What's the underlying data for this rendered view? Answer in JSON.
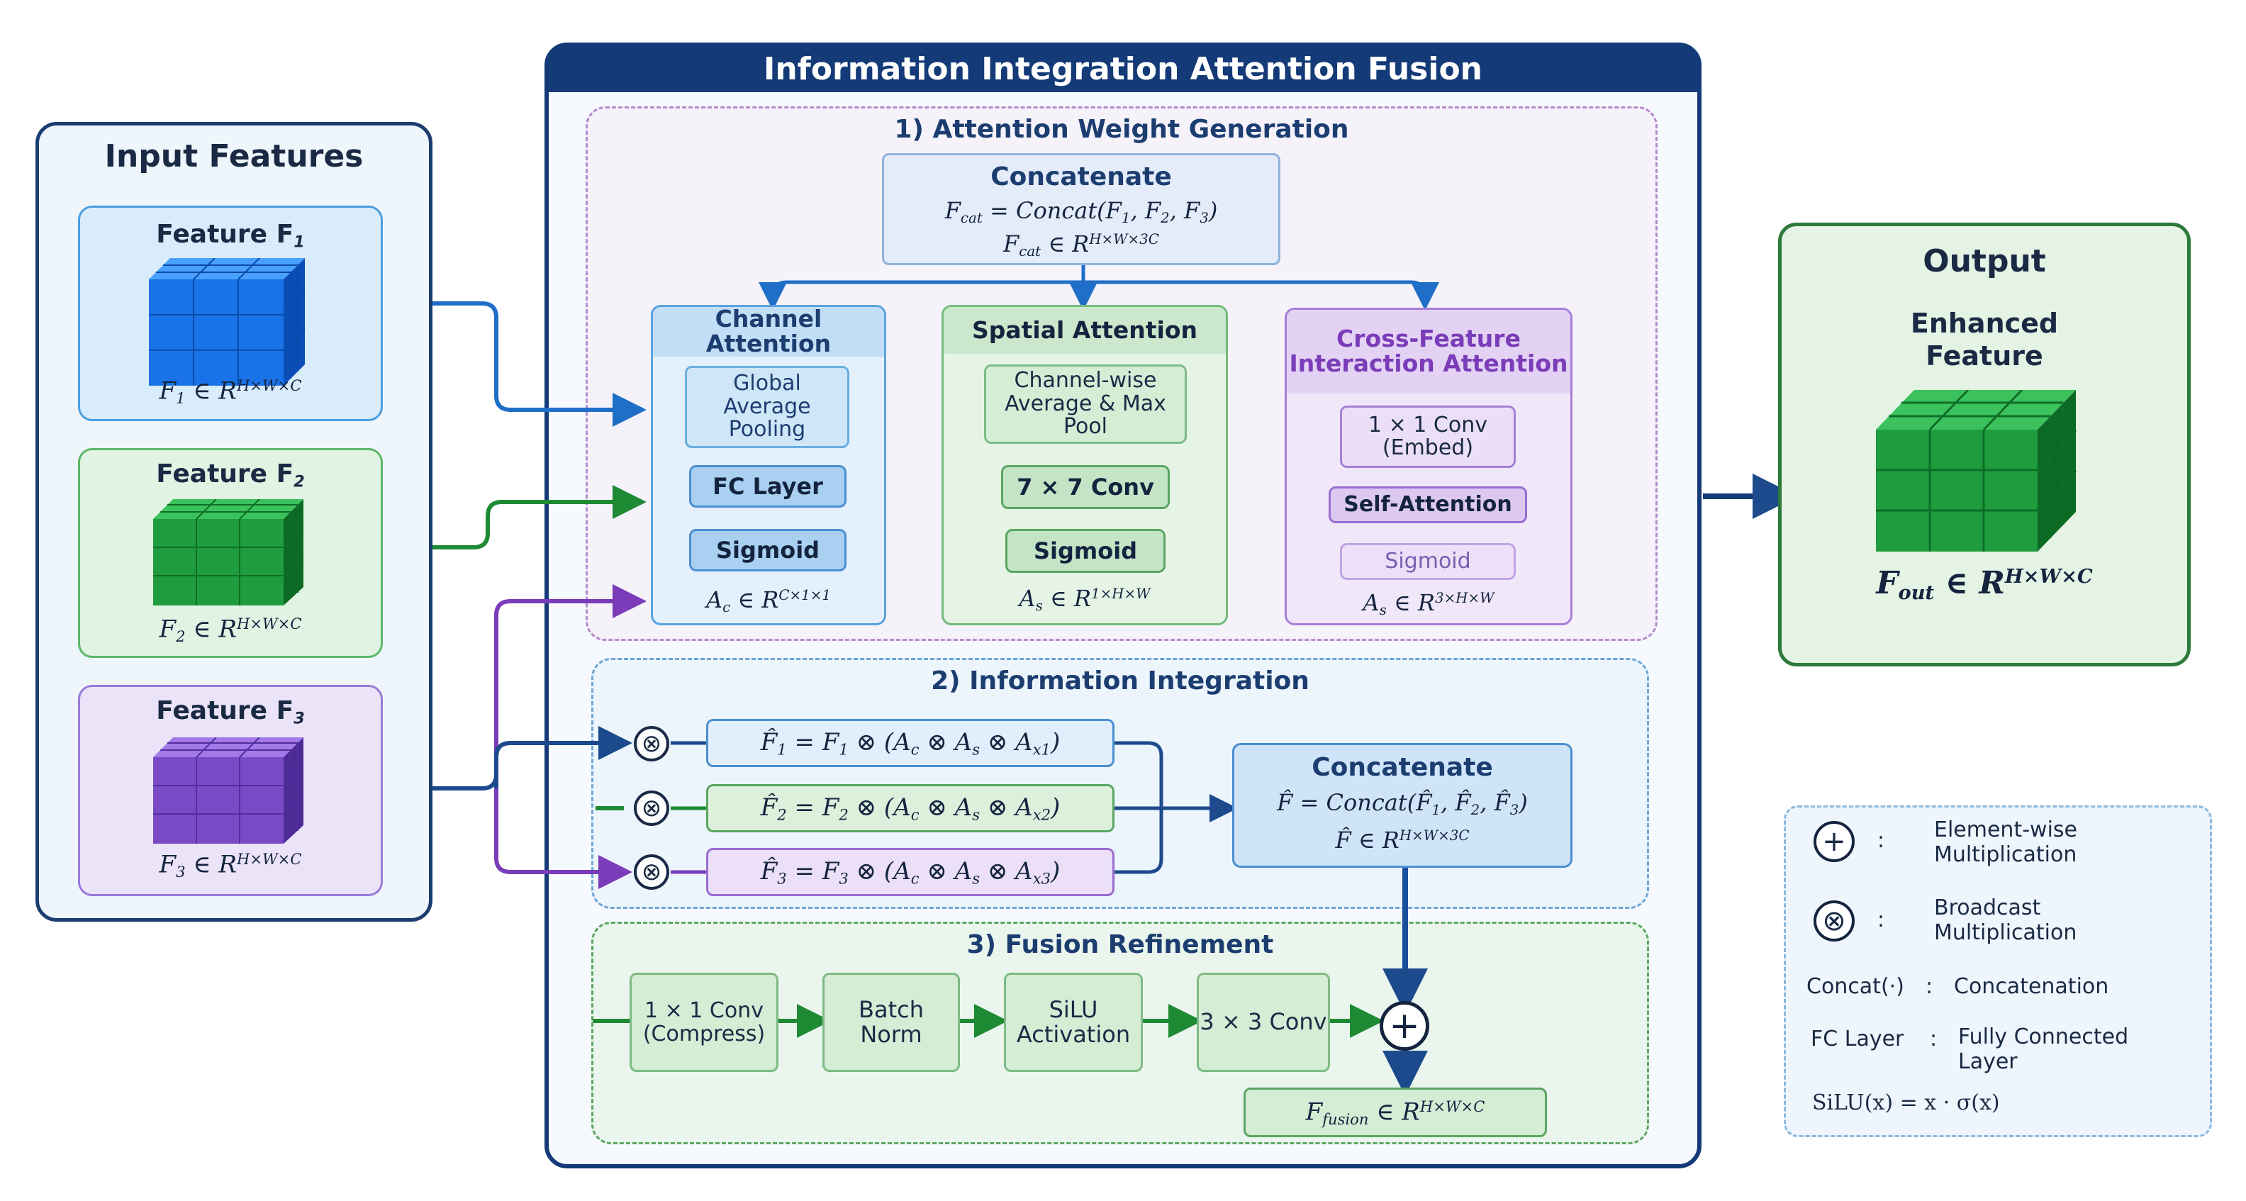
{
  "title": "Information Integration Attention Fusion",
  "input_panel": {
    "title": "Input Features",
    "features": [
      {
        "label": "Feature F",
        "sub": "1",
        "math_var": "F",
        "math_sub": "1",
        "math_rel": "∈ R",
        "math_sup": "H×W×C",
        "color": "#1f6fe0"
      },
      {
        "label": "Feature F",
        "sub": "2",
        "math_var": "F",
        "math_sub": "2",
        "math_rel": "∈ R",
        "math_sup": "H×W×C",
        "color": "#1f9a3c"
      },
      {
        "label": "Feature F",
        "sub": "3",
        "math_var": "F",
        "math_sub": "3",
        "math_rel": "∈ R",
        "math_sup": "H×W×C",
        "color": "#7a4ac6"
      }
    ]
  },
  "section1": {
    "title": "1) Attention Weight Generation",
    "concat": {
      "title": "Concatenate",
      "line1_var": "F",
      "line1_sub": "cat",
      "line1_rest": " = Concat(F",
      "line1_a": "1",
      "line1_b": "2",
      "line1_c": "3",
      "line2_var": "F",
      "line2_sub": "cat",
      "line2_rel": " ∈ R",
      "line2_sup": "H×W×3C"
    },
    "channel": {
      "title": "Channel Attention",
      "steps": [
        "Global Average Pooling",
        "FC Layer",
        "Sigmoid"
      ],
      "out_var": "A",
      "out_sub": "c",
      "out_rel": " ∈ R",
      "out_sup": "C×1×1"
    },
    "spatial": {
      "title": "Spatial Attention",
      "steps": [
        "Channel-wise Average & Max Pool",
        "7 × 7 Conv",
        "Sigmoid"
      ],
      "out_var": "A",
      "out_sub": "s",
      "out_rel": " ∈ R",
      "out_sup": "1×H×W"
    },
    "cross": {
      "title": "Cross-Feature Interaction Attention",
      "steps": [
        "1 × 1 Conv (Embed)",
        "Self-Attention",
        "Sigmoid"
      ],
      "out_var": "A",
      "out_sub": "s",
      "out_rel": " ∈ R",
      "out_sup": "3×H×W"
    }
  },
  "section2": {
    "title": "2) Information Integration",
    "rows": [
      {
        "lhs": "F̂",
        "i": "1",
        "mid": " = F",
        "x": "x1"
      },
      {
        "lhs": "F̂",
        "i": "2",
        "mid": " = F",
        "x": "x2"
      },
      {
        "lhs": "F̂",
        "i": "3",
        "mid": " = F",
        "x": "x3"
      }
    ],
    "row_text": {
      "a": " ⊗ (A",
      "c": "c",
      "b": " ⊗ A",
      "s": "s",
      "d": " ⊗ A",
      "close": ")"
    },
    "concat": {
      "title": "Concatenate",
      "line1": "F̂ = Concat(F̂",
      "l1a": "1",
      "l1b": "2",
      "l1c": "3",
      "line2": "F̂  ∈ R",
      "line2_sup": "H×W×3C"
    }
  },
  "section3": {
    "title": "3) Fusion Refinement",
    "steps": [
      "1 × 1 Conv (Compress)",
      "Batch Norm",
      "SiLU Activation",
      "3 × 3 Conv"
    ],
    "out_var": "F",
    "out_sub": "fusion",
    "out_rel": "  ∈ R",
    "out_sup": "H×W×C"
  },
  "output": {
    "title": "Output",
    "subtitle": "Enhanced Feature",
    "math_var": "F",
    "math_sub": "out",
    "math_rel": " ∈ R",
    "math_sup": "H×W×C"
  },
  "legend": {
    "items": [
      {
        "symbol": "⊕",
        "sep": ":",
        "label": "Element-wise Multiplication"
      },
      {
        "symbol": "⊗",
        "sep": ":",
        "label": "Broadcast Multiplication"
      },
      {
        "symbol": "Concat(·)",
        "sep": ":",
        "label": "Concatenation"
      },
      {
        "symbol": "FC Layer",
        "sep": ":",
        "label": "Fully Connected Layer"
      },
      {
        "symbol": "SiLU(x) = x · σ(x)",
        "sep": "",
        "label": ""
      }
    ]
  }
}
